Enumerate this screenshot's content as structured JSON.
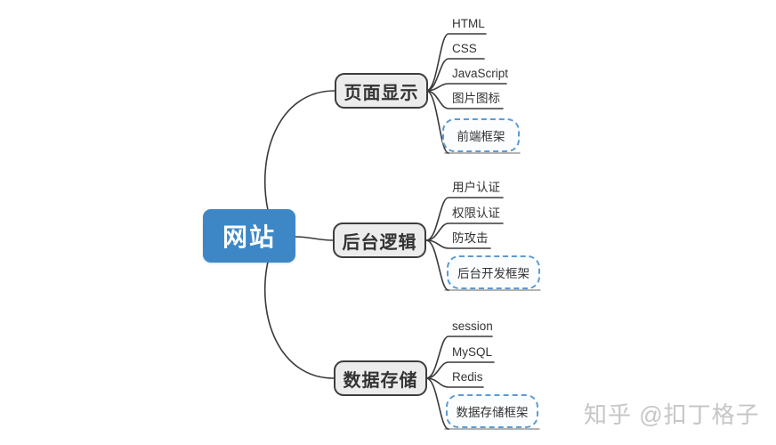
{
  "root": {
    "label": "网站"
  },
  "branches": [
    {
      "label": "页面显示",
      "children": [
        {
          "label": "HTML"
        },
        {
          "label": "CSS"
        },
        {
          "label": "JavaScript"
        },
        {
          "label": "图片图标"
        },
        {
          "label": "前端框架",
          "framed": true
        }
      ]
    },
    {
      "label": "后台逻辑",
      "children": [
        {
          "label": "用户认证"
        },
        {
          "label": "权限认证"
        },
        {
          "label": "防攻击"
        },
        {
          "label": "后台开发框架",
          "framed": true
        }
      ]
    },
    {
      "label": "数据存储",
      "children": [
        {
          "label": "session"
        },
        {
          "label": "MySQL"
        },
        {
          "label": "Redis"
        },
        {
          "label": "数据存储框架",
          "framed": true
        }
      ]
    }
  ],
  "watermark": "知乎 @扣丁格子",
  "colors": {
    "root_fill": "#3d87c6",
    "root_text": "#ffffff",
    "branch_fill": "#ececec",
    "branch_border": "#3d3d3d",
    "framed_border": "#5b9bd5",
    "framed_fill": "#fcfdff",
    "line": "#3a3a3a",
    "line_soft": "#9a9a9a",
    "text": "#333333",
    "watermark": "#c6c6c6"
  }
}
